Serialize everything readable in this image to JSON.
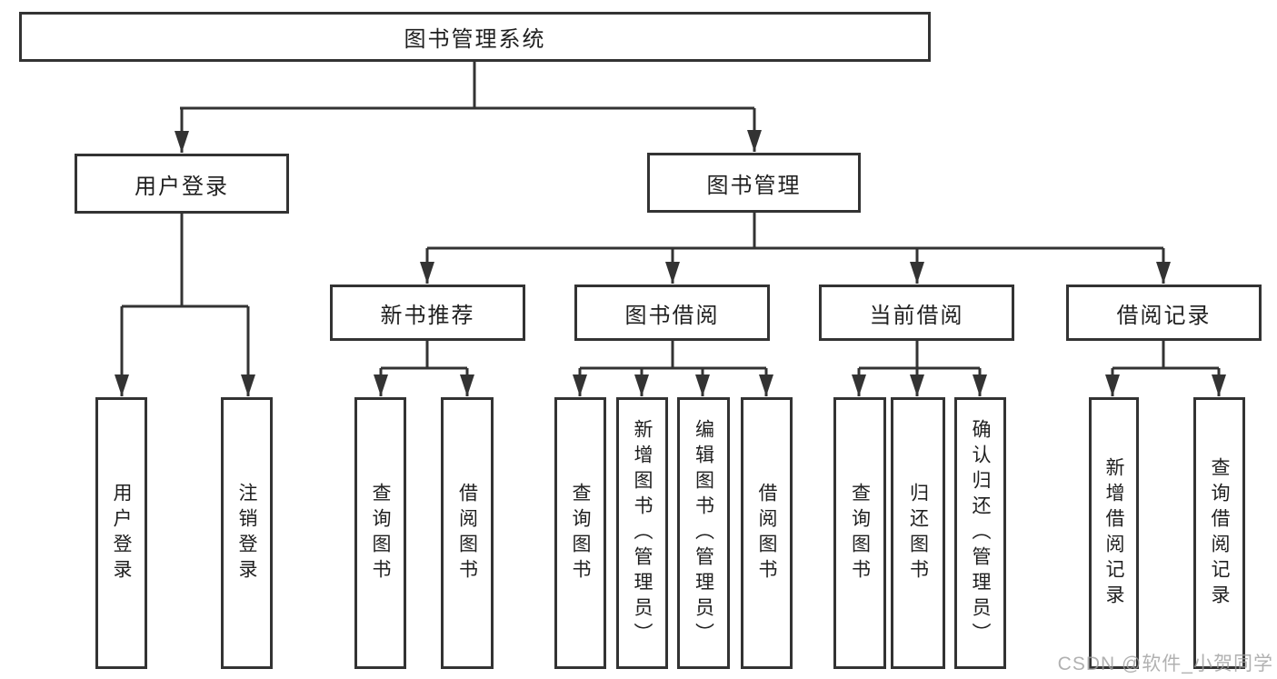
{
  "diagram": {
    "title": "图书管理系统",
    "nodes": {
      "root": "图书管理系统",
      "user_login": "用户登录",
      "book_mgmt": "图书管理",
      "new_book_rec": "新书推荐",
      "book_borrow": "图书借阅",
      "current_borrow": "当前借阅",
      "borrow_records": "借阅记录",
      "leaf_user_login": "用户登录",
      "leaf_logout": "注销登录",
      "leaf_query_book_1": "查询图书",
      "leaf_borrow_book_1": "借阅图书",
      "leaf_query_book_2": "查询图书",
      "leaf_add_book": "新增图书（管理员）",
      "leaf_edit_book": "编辑图书（管理员）",
      "leaf_borrow_book_2": "借阅图书",
      "leaf_query_book_3": "查询图书",
      "leaf_return_book": "归还图书",
      "leaf_confirm_return": "确认归还（管理员）",
      "leaf_add_record": "新增借阅记录",
      "leaf_query_record": "查询借阅记录"
    },
    "hierarchy": {
      "图书管理系统": [
        "用户登录",
        "图书管理"
      ],
      "用户登录": [
        "用户登录",
        "注销登录"
      ],
      "图书管理": [
        "新书推荐",
        "图书借阅",
        "当前借阅",
        "借阅记录"
      ],
      "新书推荐": [
        "查询图书",
        "借阅图书"
      ],
      "图书借阅": [
        "查询图书",
        "新增图书（管理员）",
        "编辑图书（管理员）",
        "借阅图书"
      ],
      "当前借阅": [
        "查询图书",
        "归还图书",
        "确认归还（管理员）"
      ],
      "借阅记录": [
        "新增借阅记录",
        "查询借阅记录"
      ]
    }
  },
  "watermark": "CSDN @软件_小贺同学",
  "colors": {
    "line": "#333333",
    "box_border": "#333333",
    "text": "#1f1f1f",
    "watermark": "#9e9e9e",
    "background": "#ffffff"
  }
}
